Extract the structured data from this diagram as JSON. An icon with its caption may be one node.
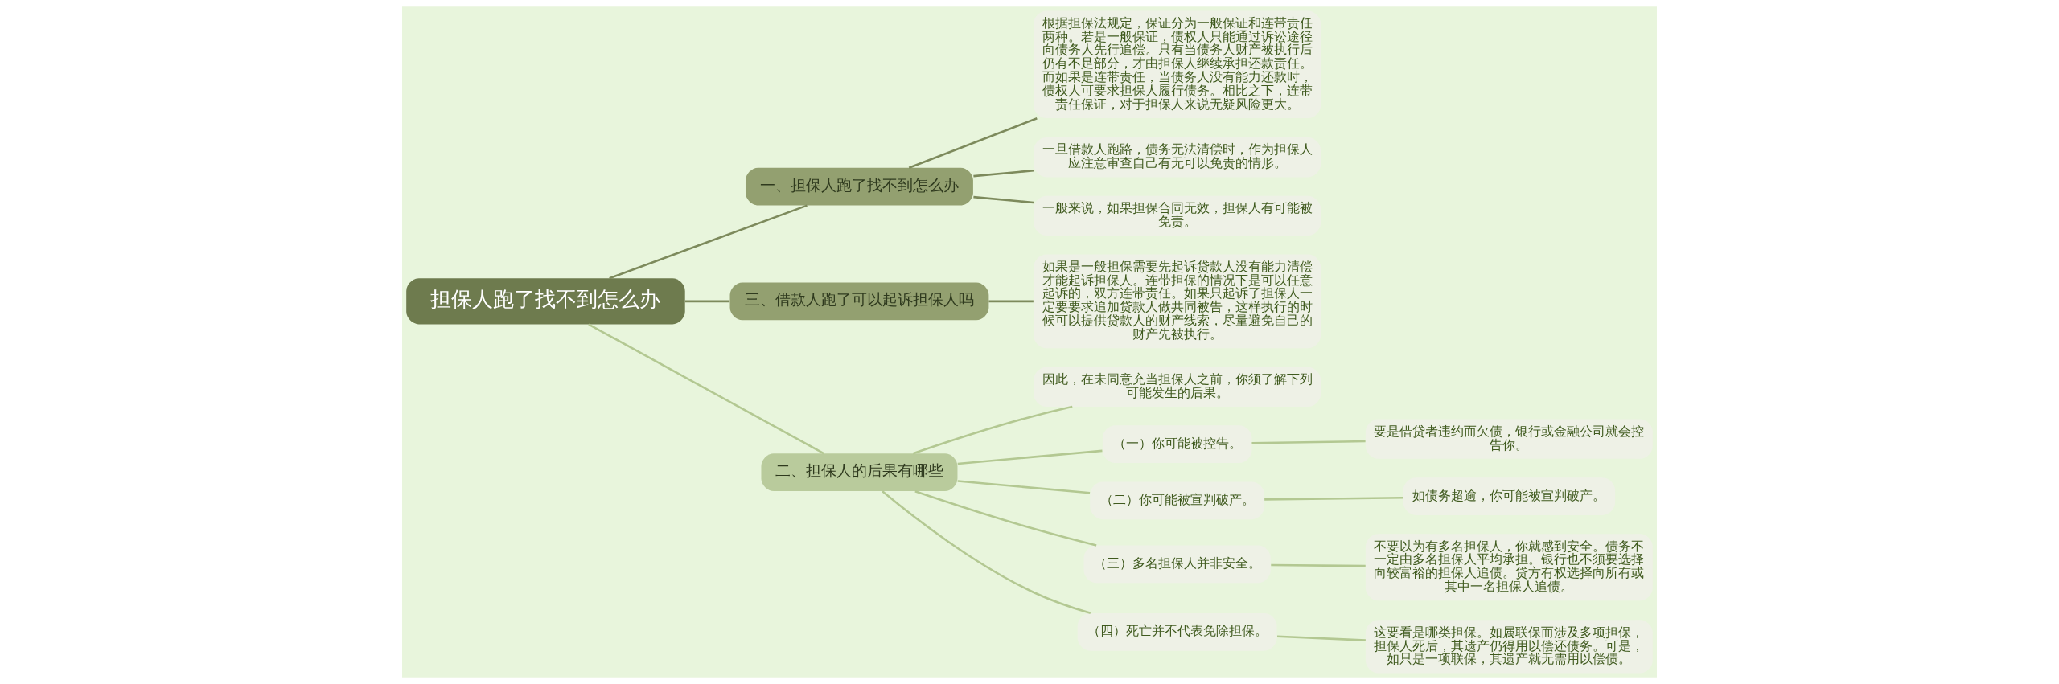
{
  "diagram": {
    "nodes": [
      {
        "text": [
          "担保人跑了找不到怎么办"
        ]
      },
      {
        "text": [
          "一、担保人跑了找不到怎么办"
        ]
      },
      {
        "text": [
          "根据担保法规定，保证分为一般保证和连带责任两种。若是一般保证，债权人只能通过诉讼途径向债务人先行追偿。只有当债务人财产被执行后仍有不足部分，才由担保人继续承担还款责任。而如果是连带责任，当债务人没有能力还款时，债权人可要求担保人履行债务。相比之下，连带责任保证，对于担保人来说无疑风险更大。"
        ]
      },
      {
        "text": [
          "一旦借款人跑路，债务无法清偿时，作为担保人应注意审查自己有无可以免责的情形。"
        ]
      },
      {
        "text": [
          "一般来说，如果担保合同无效，担保人有可能被免责。"
        ]
      },
      {
        "text": [
          "三、借款人跑了可以起诉担保人吗"
        ]
      },
      {
        "text": [
          "如果是一般担保需要先起诉贷款人没有能力清偿才能起诉担保人。连带担保的情况下是可以任意起诉的，双方连带责任。如果只起诉了担保人一定要要求追加贷款人做共同被告，这样执行的时候可以提供贷款人的财产线索，尽量避免自己的财产先被执行。"
        ]
      },
      {
        "text": [
          "二、担保人的后果有哪些"
        ]
      },
      {
        "text": [
          "因此，在未同意充当担保人之前，你须了解下列可能发生的后果。"
        ]
      },
      {
        "text": [
          "（一）你可能被控告。"
        ]
      },
      {
        "text": [
          "要是借贷者违约而欠债，银行或金融公司就会控告你。"
        ]
      },
      {
        "text": [
          "（二）你可能被宣判破产。"
        ]
      },
      {
        "text": [
          "如债务超逾，你可能被宣判破产。"
        ]
      },
      {
        "text": [
          "（三）多名担保人并非安全。"
        ]
      },
      {
        "text": [
          "不要以为有多名担保人，你就感到安全。债务不一定由多名担保人平均承担。银行也不须要选择向较富裕的担保人追债。贷方有权选择向所有或其中一名担保人追债。"
        ]
      },
      {
        "text": [
          "（四）死亡并不代表免除担保。"
        ]
      },
      {
        "text": [
          "这要看是哪类担保。如属联保而涉及多项担保，担保人死后，其遗产仍得用以偿还债务。可是，如只是一项联保，其遗产就无需用以偿债。"
        ]
      }
    ],
    "edges": [
      {
        "from": 0,
        "to": 1,
        "arrow": "none",
        "color": "#7d8a5c"
      },
      {
        "from": 1,
        "to": 2,
        "arrow": "none",
        "color": "#7d8a5c"
      },
      {
        "from": 1,
        "to": 3,
        "arrow": "none",
        "color": "#7d8a5c"
      },
      {
        "from": 1,
        "to": 4,
        "arrow": "none",
        "color": "#7d8a5c"
      },
      {
        "from": 0,
        "to": 5,
        "arrow": "none",
        "color": "#7d8a5c"
      },
      {
        "from": 5,
        "to": 6,
        "arrow": "none",
        "color": "#7d8a5c"
      },
      {
        "from": 0,
        "to": 7,
        "arrow": "none"
      },
      {
        "from": 7,
        "to": 8,
        "arrow": "none"
      },
      {
        "from": 7,
        "to": 9,
        "arrow": "none"
      },
      {
        "from": 9,
        "to": 10,
        "arrow": "none"
      },
      {
        "from": 7,
        "to": 11,
        "arrow": "none"
      },
      {
        "from": 11,
        "to": 12,
        "arrow": "none"
      },
      {
        "from": 7,
        "to": 13,
        "arrow": "none"
      },
      {
        "from": 13,
        "to": 14,
        "arrow": "none"
      },
      {
        "from": 7,
        "to": 15,
        "arrow": "none"
      },
      {
        "from": 15,
        "to": 16,
        "arrow": "none"
      }
    ]
  }
}
